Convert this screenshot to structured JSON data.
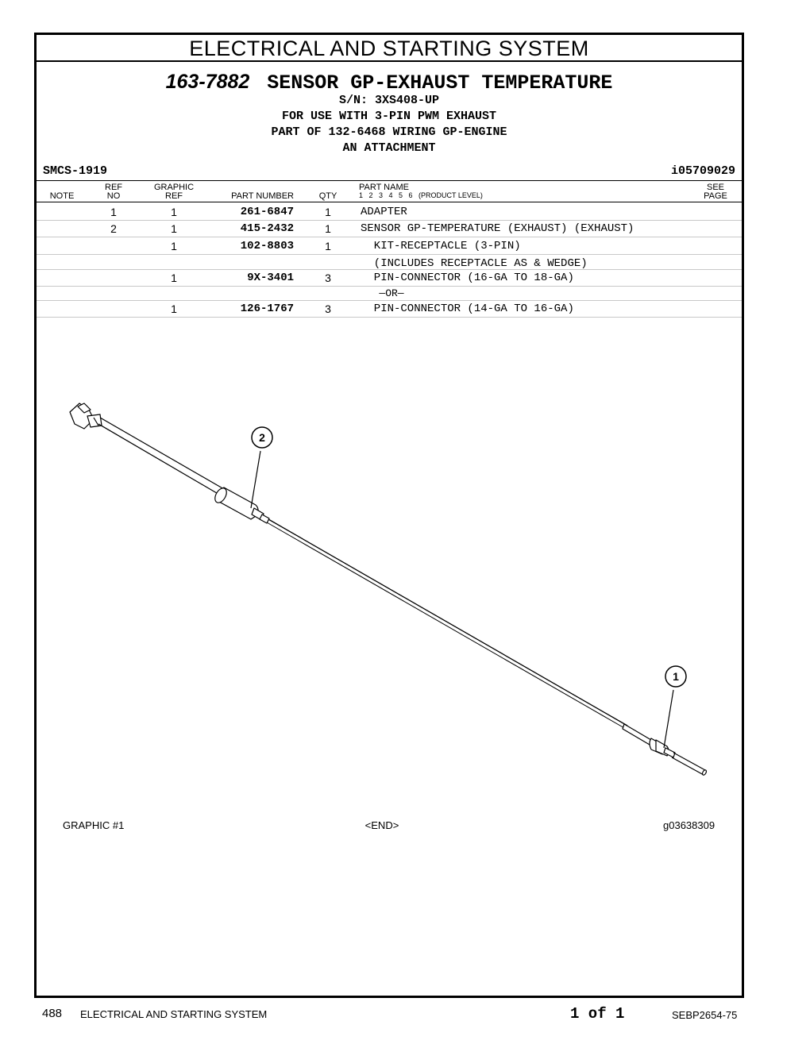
{
  "section_title": "ELECTRICAL AND STARTING SYSTEM",
  "part_number_title": "163-7882",
  "part_title": "SENSOR GP-EXHAUST TEMPERATURE",
  "sublines": [
    "S/N: 3XS408-UP",
    "FOR USE WITH 3-PIN PWM EXHAUST",
    "PART OF 132-6468 WIRING GP-ENGINE",
    "AN ATTACHMENT"
  ],
  "smcs": "SMCS-1919",
  "illustration_id": "i05709029",
  "columns": {
    "note": "NOTE",
    "ref_top": "REF",
    "ref_bottom": "NO",
    "graphic_top": "GRAPHIC",
    "graphic_bottom": "REF",
    "part_number": "PART NUMBER",
    "qty": "QTY",
    "part_name": "PART NAME",
    "levels": "1   2   3   4   5   6   (PRODUCT LEVEL)",
    "see_top": "SEE",
    "see_bottom": "PAGE"
  },
  "rows": [
    {
      "ref": "1",
      "graphic": "1",
      "part": "261-6847",
      "qty": "1",
      "name": "ADAPTER"
    },
    {
      "ref": "2",
      "graphic": "1",
      "part": "415-2432",
      "qty": "1",
      "name": "SENSOR GP-TEMPERATURE (EXHAUST) (EXHAUST)"
    },
    {
      "ref": "",
      "graphic": "1",
      "part": "102-8803",
      "qty": "1",
      "name": "  KIT-RECEPTACLE (3-PIN)"
    },
    {
      "ref": "",
      "graphic": "",
      "part": "",
      "qty": "",
      "name": "  (INCLUDES RECEPTACLE AS & WEDGE)"
    },
    {
      "ref": "",
      "graphic": "1",
      "part": "9X-3401",
      "qty": "3",
      "name": "  PIN-CONNECTOR (16-GA TO 18-GA)"
    },
    {
      "ref": "",
      "graphic": "",
      "part": "",
      "qty": "",
      "name": "   —OR—"
    },
    {
      "ref": "",
      "graphic": "1",
      "part": "126-1767",
      "qty": "3",
      "name": "  PIN-CONNECTOR (14-GA TO 16-GA)"
    }
  ],
  "callouts": [
    "1",
    "2"
  ],
  "graphic_label": "GRAPHIC #1",
  "end_marker": "<END>",
  "graphic_id": "g03638309",
  "footer": {
    "page": "488",
    "section": "ELECTRICAL AND STARTING SYSTEM",
    "pages": "1 of 1",
    "doc": "SEBP2654-75"
  }
}
